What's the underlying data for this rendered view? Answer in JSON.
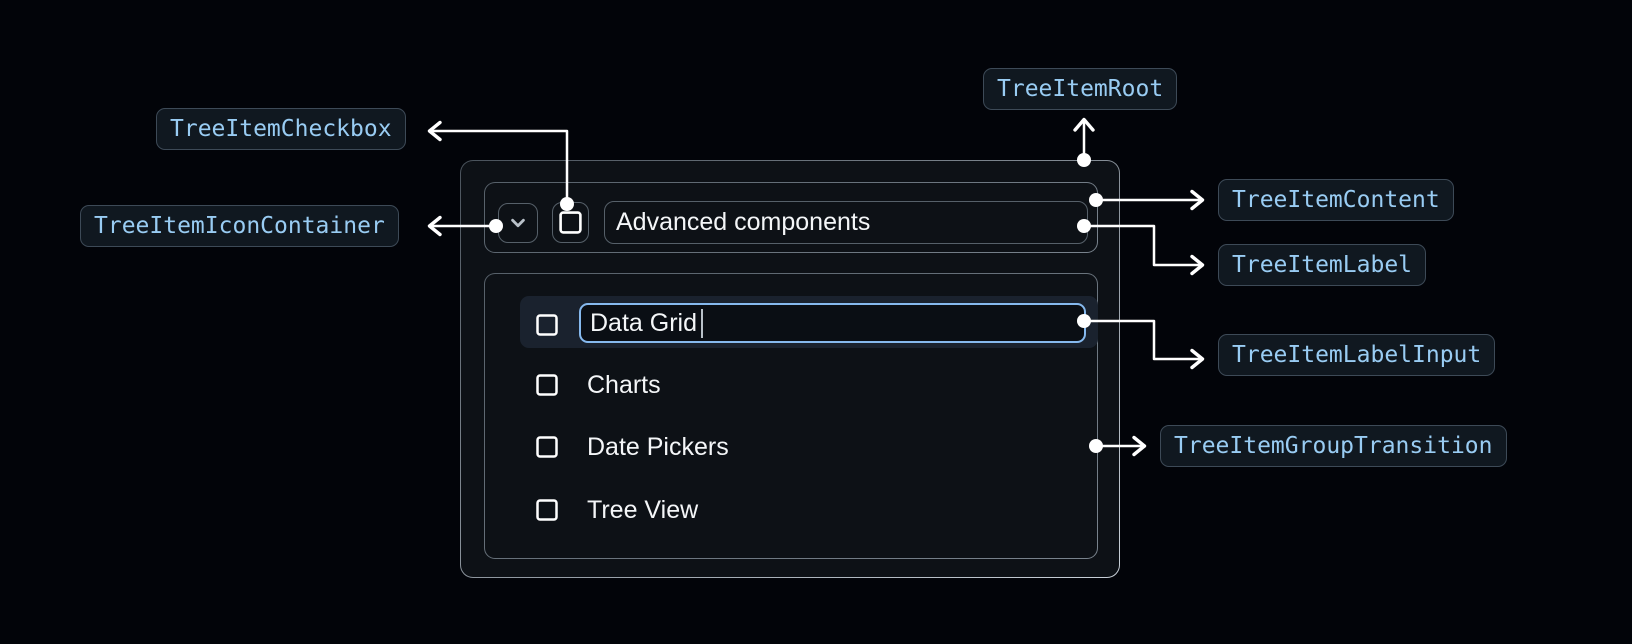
{
  "annotations": {
    "root": "TreeItemRoot",
    "content": "TreeItemContent",
    "checkbox": "TreeItemCheckbox",
    "icon_container": "TreeItemIconContainer",
    "label": "TreeItemLabel",
    "label_input": "TreeItemLabelInput",
    "group_transition": "TreeItemGroupTransition"
  },
  "tree": {
    "parent_label": "Advanced components",
    "items": [
      {
        "label": "Data Grid",
        "checkbox": "unchecked",
        "state": "editing",
        "caret_visible": true
      },
      {
        "label": "Charts",
        "checkbox": "unchecked",
        "state": "default"
      },
      {
        "label": "Date Pickers",
        "checkbox": "unchecked",
        "state": "default"
      },
      {
        "label": "Tree View",
        "checkbox": "unchecked",
        "state": "default"
      }
    ]
  },
  "icons": {
    "expand": "chevron-down-icon",
    "checkbox": "checkbox-unchecked-icon"
  },
  "colors": {
    "page_bg": "#020409",
    "panel_bg": "#0D1116",
    "inner_border": "#566069",
    "pill_bg": "#101820",
    "pill_border": "#3D4A57",
    "pill_text": "#99CCF3",
    "tree_text": "#F4F6F8",
    "highlight_bg": "#1A222E",
    "input_border": "#86B9EE",
    "input_bg": "#0A0E14",
    "connector": "#FFFFFF",
    "icon_stroke": "#B9C1C9",
    "caret": "#B9C1C9"
  }
}
